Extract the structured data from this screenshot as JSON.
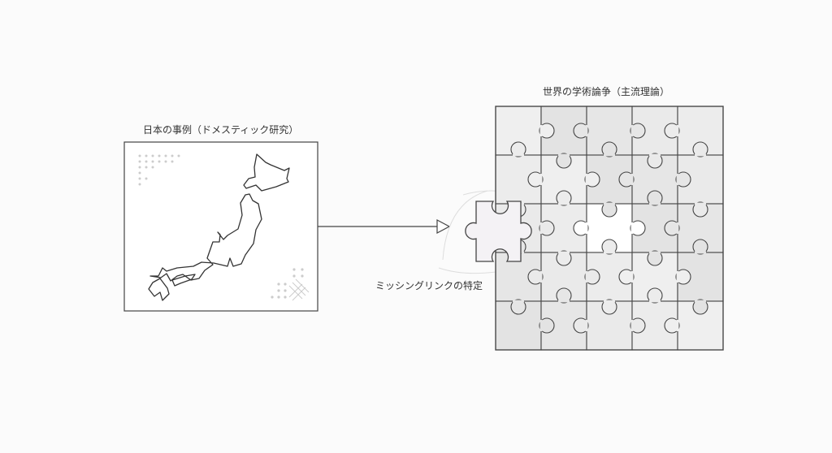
{
  "left_panel": {
    "title": "日本の事例（ドメスティック研究）"
  },
  "right_panel": {
    "title": "世界の学術論争（主流理論）"
  },
  "missing_piece": {
    "label": "ミッシングリンクの特定"
  },
  "puzzle": {
    "rows": 5,
    "cols": 5,
    "missing_cell": [
      2,
      2
    ]
  }
}
